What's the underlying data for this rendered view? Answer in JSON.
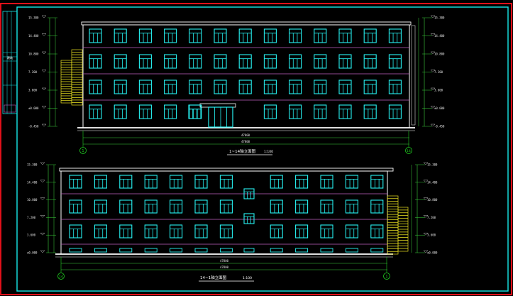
{
  "drawing": {
    "colors": {
      "background": "#000000",
      "border_red": "#e0101a",
      "frame_cyan": "#18e8e8",
      "wall_white": "#ffffff",
      "window_cyan": "#27f2f2",
      "stair_yellow": "#e8e020",
      "dim_green": "#3cd23c",
      "floor_magenta": "#c060c0",
      "axis_green": "#20d020",
      "label_yellow": "#f0f060"
    },
    "title_block": {
      "stamp_text": "建筑"
    },
    "elevation_1": {
      "title": "1~14轴立面图",
      "scale": "1:100",
      "axis_start": "1",
      "axis_end": "14",
      "overall_dimension": "47800",
      "sub_dimension": "47800",
      "floors": 4,
      "bays": 13,
      "levels_left": [
        "15.300",
        "14.400",
        "10.800",
        "7.200",
        "3.600",
        "±0.000",
        "-0.450"
      ],
      "levels_right": [
        "15.300",
        "14.400",
        "10.800",
        "7.200",
        "3.600",
        "±0.000",
        "-0.450"
      ]
    },
    "elevation_2": {
      "title": "14~1轴立面图",
      "scale": "1:100",
      "axis_start": "14",
      "axis_end": "1",
      "overall_dimension": "47800",
      "sub_dimension": "47800",
      "floors": 4,
      "bays": 13,
      "levels_left": [
        "15.300",
        "14.400",
        "10.800",
        "7.200",
        "3.600",
        "±0.000"
      ],
      "levels_right": [
        "15.300",
        "14.400",
        "10.800",
        "7.200",
        "3.600",
        "±0.000"
      ]
    }
  }
}
